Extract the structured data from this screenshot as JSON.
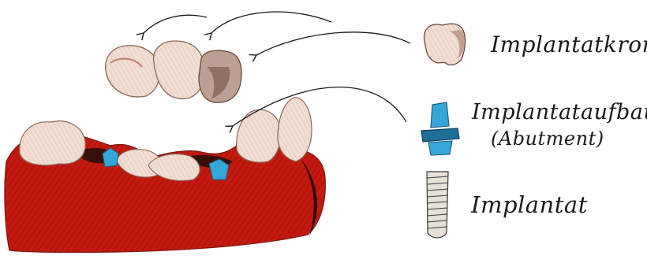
{
  "labels": {
    "crown": "Implantatkrone",
    "abutment": "Implantataufbau",
    "abutment_sub": "(Abutment)",
    "implant": "Implantat"
  },
  "colors": {
    "gum": "#c4190f",
    "gum_dark": "#7a1a10",
    "tooth": "#f1ddd2",
    "tooth_shadow": "#b88e7e",
    "abutment": "#34a7d8",
    "implant": "#d8d2c8",
    "ink": "#1a1a1a"
  }
}
